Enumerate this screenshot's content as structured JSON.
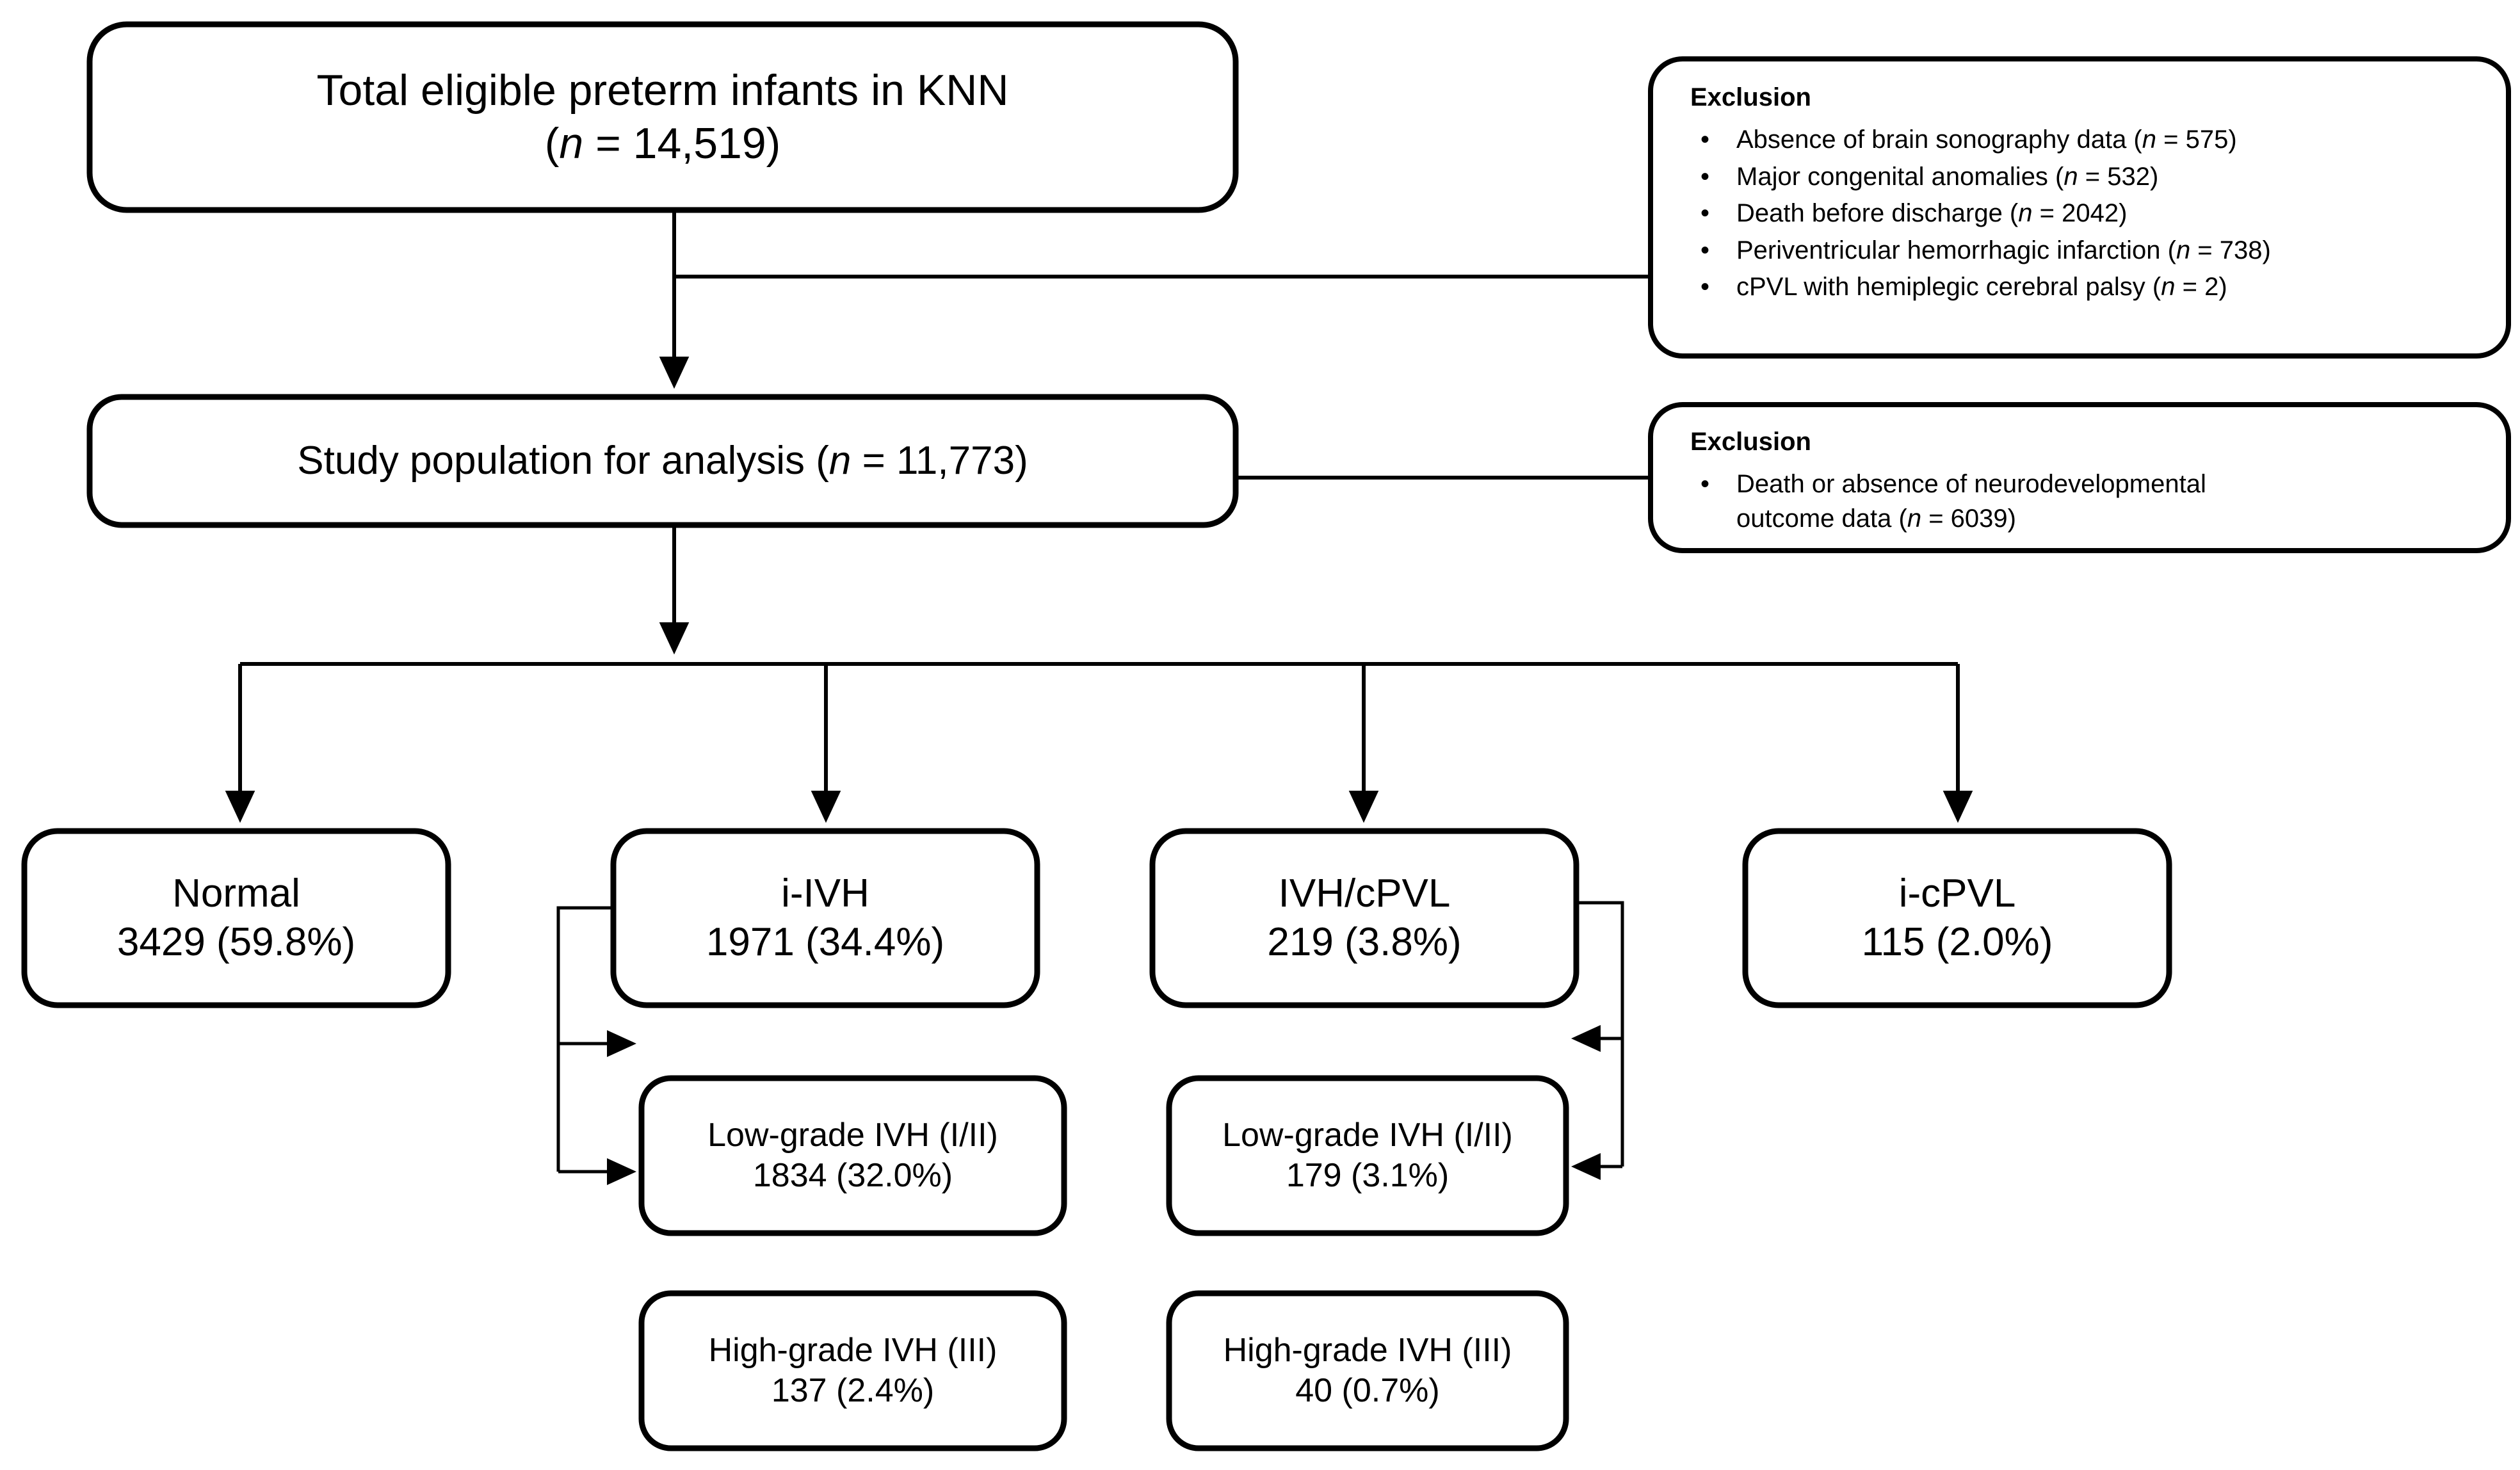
{
  "diagram": {
    "type": "study-flow-diagram",
    "title": "Preterm infant brain injury classification flowchart",
    "background_color": "#ffffff",
    "line_color": "#000000"
  },
  "nodes": {
    "total_eligible": {
      "line1": "Total eligible preterm infants in KNN",
      "n_prefix": "(",
      "n_symbol": "n",
      "n_equals": " = ",
      "n_value": "14,519",
      "n_suffix": ")",
      "line2": "(n = 14,519)"
    },
    "study_population": {
      "text_before": "Study population for analysis (",
      "n_symbol": "n",
      "n_equals": " = ",
      "n_value": "11,773",
      "text_after": ")",
      "full": "Study population for analysis (n = 11,773)"
    },
    "categories": [
      {
        "id": "normal",
        "label": "Normal",
        "count": "3429",
        "percent": "(59.8%)",
        "value_line": "3429 (59.8%)"
      },
      {
        "id": "i-ivh",
        "label": "i-IVH",
        "count": "1971",
        "percent": "(34.4%)",
        "value_line": "1971 (34.4%)"
      },
      {
        "id": "ivh-cpvl",
        "label": "IVH/cPVL",
        "count": "219",
        "percent": "(3.8%)",
        "value_line": "219 (3.8%)"
      },
      {
        "id": "i-cpvl",
        "label": "i-cPVL",
        "count": "115",
        "percent": "(2.0%)",
        "value_line": "115 (2.0%)"
      }
    ],
    "subcategories": [
      {
        "id": "i-ivh-low",
        "parent": "i-IVH",
        "label": "Low-grade IVH (I/II)",
        "count": "1834",
        "percent": "(32.0%)",
        "value_line": "1834 (32.0%)"
      },
      {
        "id": "ivh-cpvl-low",
        "parent": "IVH/cPVL",
        "label": "Low-grade IVH (I/II)",
        "count": "179",
        "percent": "(3.1%)",
        "value_line": "179 (3.1%)"
      },
      {
        "id": "i-ivh-high",
        "parent": "i-IVH",
        "label": "High-grade IVH (III)",
        "count": "137",
        "percent": "(2.4%)",
        "value_line": "137 (2.4%)"
      },
      {
        "id": "ivh-cpvl-high",
        "parent": "IVH/cPVL",
        "label": "High-grade IVH (III)",
        "count": "40",
        "percent": "(0.7%)",
        "value_line": "40 (0.7%)"
      }
    ]
  },
  "exclusions": {
    "first": {
      "heading": "Exclusion",
      "bullet_glyph": "•",
      "items": [
        {
          "text": "Absence of brain sonography data (",
          "n": "n",
          "eq": " = ",
          "value": "575",
          "close": ")"
        },
        {
          "text": "Major congenital anomalies (",
          "n": "n",
          "eq": " = ",
          "value": "532",
          "close": ")"
        },
        {
          "text": "Death before discharge (",
          "n": "n",
          "eq": " = ",
          "value": "2042",
          "close": ")"
        },
        {
          "text": "Periventricular hemorrhagic infarction (",
          "n": "n",
          "eq": " = ",
          "value": "738",
          "close": ")"
        },
        {
          "text": "cPVL with hemiplegic cerebral palsy (",
          "n": "n",
          "eq": " = ",
          "value": "2",
          "close": ")"
        }
      ]
    },
    "second": {
      "heading": "Exclusion",
      "bullet_glyph": "•",
      "items": [
        {
          "line1": "Death or absence of neurodevelopmental",
          "text": "outcome data (",
          "n": "n",
          "eq": " = ",
          "value": "6039",
          "close": ")"
        }
      ]
    }
  }
}
